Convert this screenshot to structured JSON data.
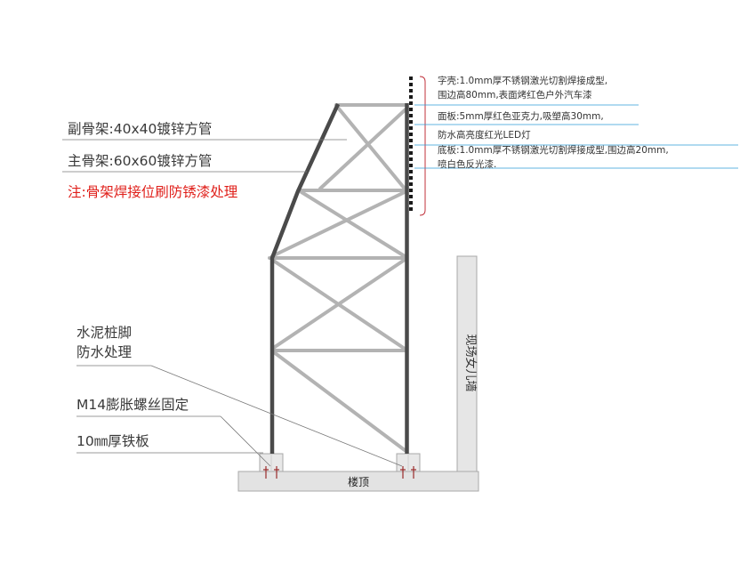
{
  "labels": {
    "sub_frame": "副骨架:40x40镀锌方管",
    "main_frame": "主骨架:60x60镀锌方管",
    "note": "注:骨架焊接位刷防锈漆处理",
    "pile": "水泥桩脚",
    "waterproof": "防水处理",
    "bolt": "M14膨胀螺丝固定",
    "plate": "10㎜厚铁板",
    "roof": "楼顶",
    "wall": "现场女儿墙"
  },
  "spec": {
    "shell_1": "字壳:1.0mm厚不锈钢激光切割焊接成型,",
    "shell_2": "围边高80mm,表面烤红色户外汽车漆",
    "face": "面板:5mm厚红色亚克力,吸塑高30mm,",
    "led": "防水高亮度红光LED灯",
    "base_1": "底板:1.0mm厚不锈钢激光切割焊接成型,围边高20mm,",
    "base_2": "喷白色反光漆."
  },
  "colors": {
    "steel_main": "#4a4a4a",
    "steel_sub": "#b3b3b3",
    "leader": "#7a7a7a",
    "spec_line": "#2e9bd6",
    "note_red": "#e0201b",
    "brace_red": "#c0303a",
    "wall_fill": "#e6e6e6",
    "roof_fill": "#e3e3e3"
  }
}
